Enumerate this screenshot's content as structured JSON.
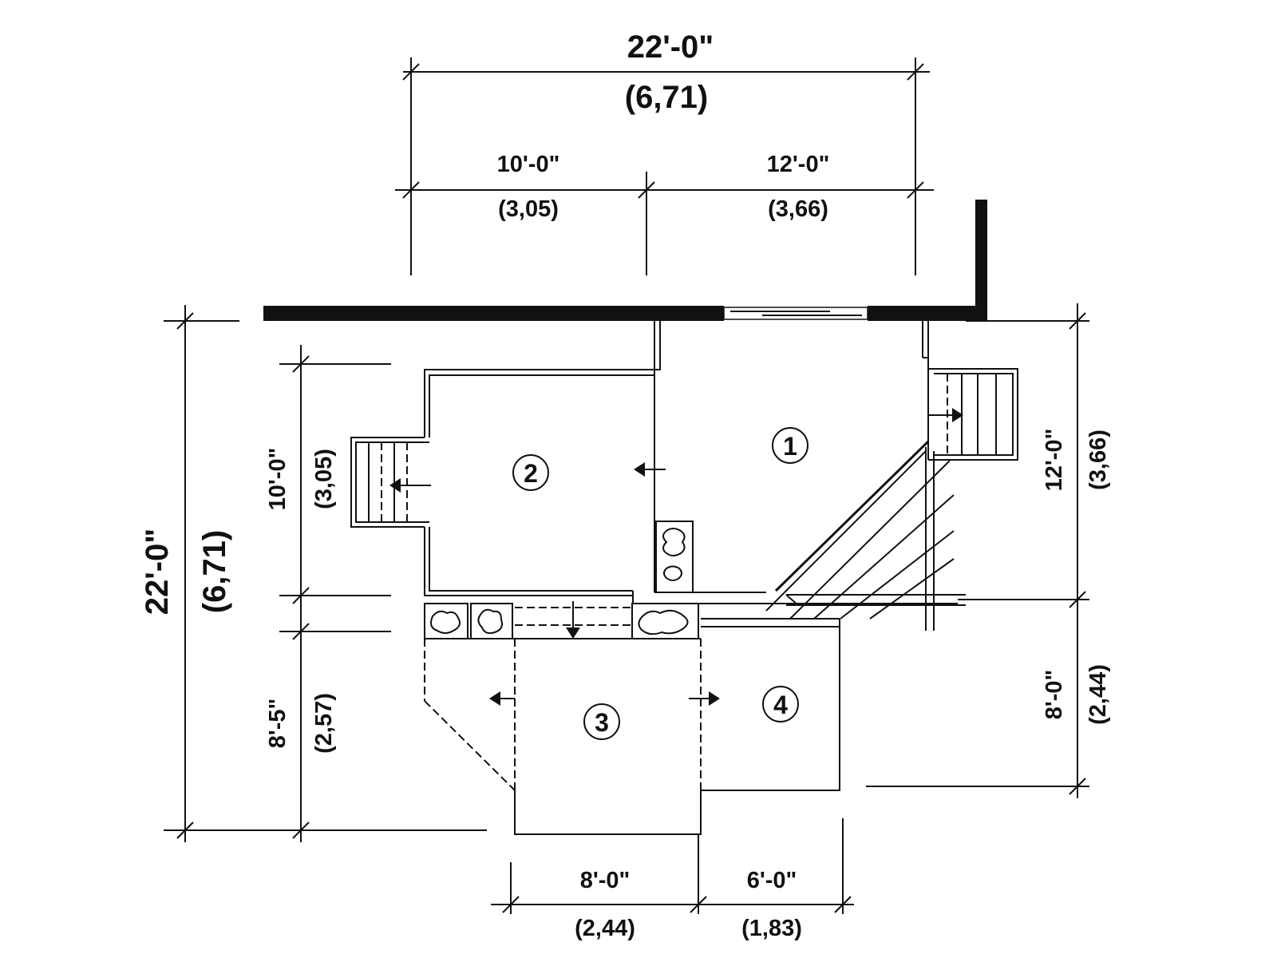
{
  "dimensions": {
    "top_total_ft": "22'-0\"",
    "top_total_m": "(6,71)",
    "top_left_ft": "10'-0\"",
    "top_left_m": "(3,05)",
    "top_right_ft": "12'-0\"",
    "top_right_m": "(3,66)",
    "left_total_ft": "22'-0\"",
    "left_total_m": "(6,71)",
    "left_upper_ft": "10'-0\"",
    "left_upper_m": "(3,05)",
    "left_lower_ft": "8'-5\"",
    "left_lower_m": "(2,57)",
    "right_upper_ft": "12'-0\"",
    "right_upper_m": "(3,66)",
    "right_lower_ft": "8'-0\"",
    "right_lower_m": "(2,44)",
    "bottom_left_ft": "8'-0\"",
    "bottom_left_m": "(2,44)",
    "bottom_right_ft": "6'-0\"",
    "bottom_right_m": "(1,83)"
  },
  "areas": {
    "area_1": "1",
    "area_2": "2",
    "area_3": "3",
    "area_4": "4"
  }
}
